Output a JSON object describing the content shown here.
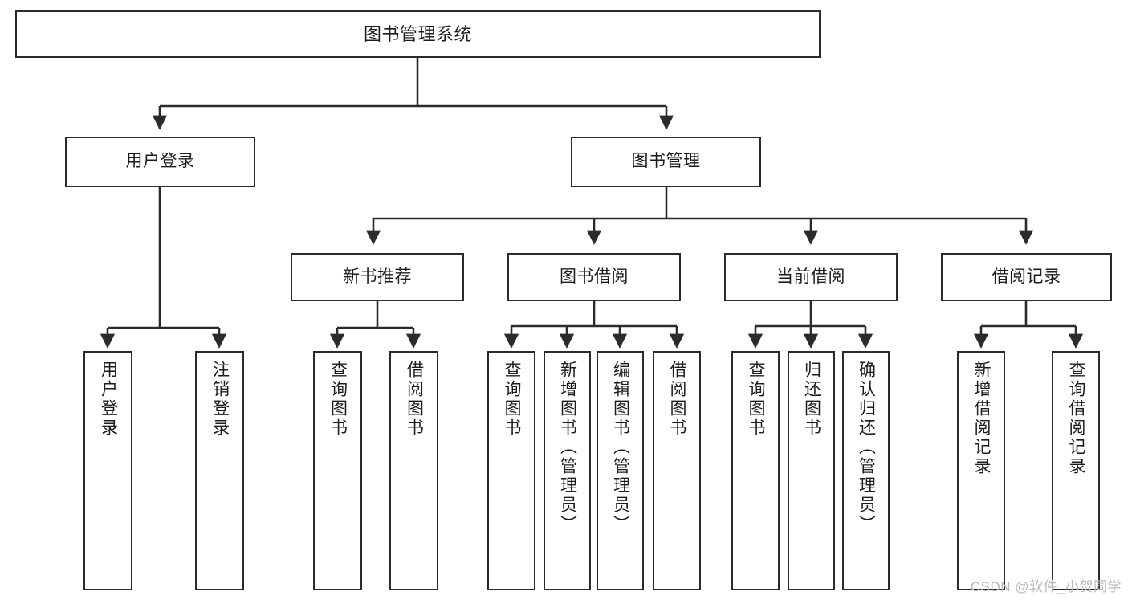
{
  "diagram": {
    "title": "图书管理系统",
    "type": "tree-hierarchy-diagram",
    "watermark": "CSDN @软件_小贺同学",
    "colors": {
      "box_border": "#2b2b2b",
      "box_fill": "#ffffff",
      "edge": "#2b2b2b",
      "text": "#1c1c1c",
      "watermark": "#b9b9b9"
    },
    "nodes": {
      "root": {
        "label": "图书管理系统"
      },
      "level2": [
        {
          "label": "用户登录"
        },
        {
          "label": "图书管理"
        }
      ],
      "level3": [
        {
          "label": "新书推荐"
        },
        {
          "label": "图书借阅"
        },
        {
          "label": "当前借阅"
        },
        {
          "label": "借阅记录"
        }
      ],
      "leaves": {
        "user_login": [
          {
            "label": "用户登录"
          },
          {
            "label": "注销登录"
          }
        ],
        "new_book_recommend": [
          {
            "label": "查询图书"
          },
          {
            "label": "借阅图书"
          }
        ],
        "book_borrow": [
          {
            "label": "查询图书"
          },
          {
            "label": "新增图书（管理员）"
          },
          {
            "label": "编辑图书（管理员）"
          },
          {
            "label": "借阅图书"
          }
        ],
        "current_borrow": [
          {
            "label": "查询图书"
          },
          {
            "label": "归还图书"
          },
          {
            "label": "确认归还（管理员）"
          }
        ],
        "borrow_record": [
          {
            "label": "新增借阅记录"
          },
          {
            "label": "查询借阅记录"
          }
        ]
      }
    }
  }
}
